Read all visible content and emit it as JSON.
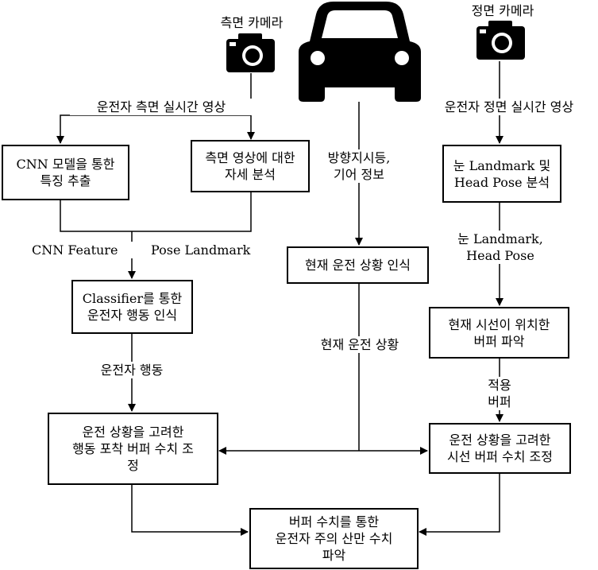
{
  "cameras": {
    "side": {
      "label": "측면 카메라",
      "icon": "camera-icon"
    },
    "front": {
      "label": "정면 카메라",
      "icon": "camera-icon"
    }
  },
  "car": {
    "icon": "car-icon"
  },
  "edge_labels": {
    "side_video": "운전자 측면 실시간 영상",
    "front_video": "운전자 정면 실시간 영상",
    "signal_info": "방향지시등,\n기어 정보",
    "cnn_feature": "CNN Feature",
    "pose_landmark": "Pose Landmark",
    "eye_pose": "눈 Landmark,\nHead Pose",
    "driving_situation": "현재 운전 상황",
    "driver_behavior": "운전자 행동",
    "applied_buffer": "적용\n버퍼"
  },
  "boxes": {
    "cnn": "CNN 모델을 통한\n특징 추출",
    "side_analysis": "측면 영상에 대한\n자세 분석",
    "eye_analysis": "눈 Landmark 및\nHead Pose 분석",
    "situation": "현재 운전 상황 인식",
    "classifier": "Classifier를 통한\n운전자 행동 인식",
    "gaze": "현재 시선이 위치한\n버퍼 파악",
    "behavior_buffer": "운전 상황을 고려한\n행동 포착 버퍼 수치 조\n정",
    "gaze_buffer": "운전 상황을 고려한\n시선 버퍼 수치 조정",
    "final": "버퍼 수치를 통한\n운전자 주의 산만 수치\n파악"
  }
}
